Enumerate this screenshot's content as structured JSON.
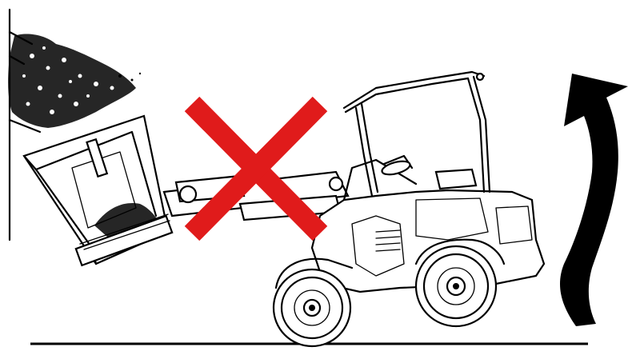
{
  "illustration": {
    "subject": "compact-wheel-loader",
    "warning_symbol": "prohibited-cross",
    "motion_symbol": "tipping-arrow"
  },
  "colors": {
    "line_art": "#000000",
    "background": "#ffffff",
    "prohibition_cross": "#e01b1b"
  }
}
